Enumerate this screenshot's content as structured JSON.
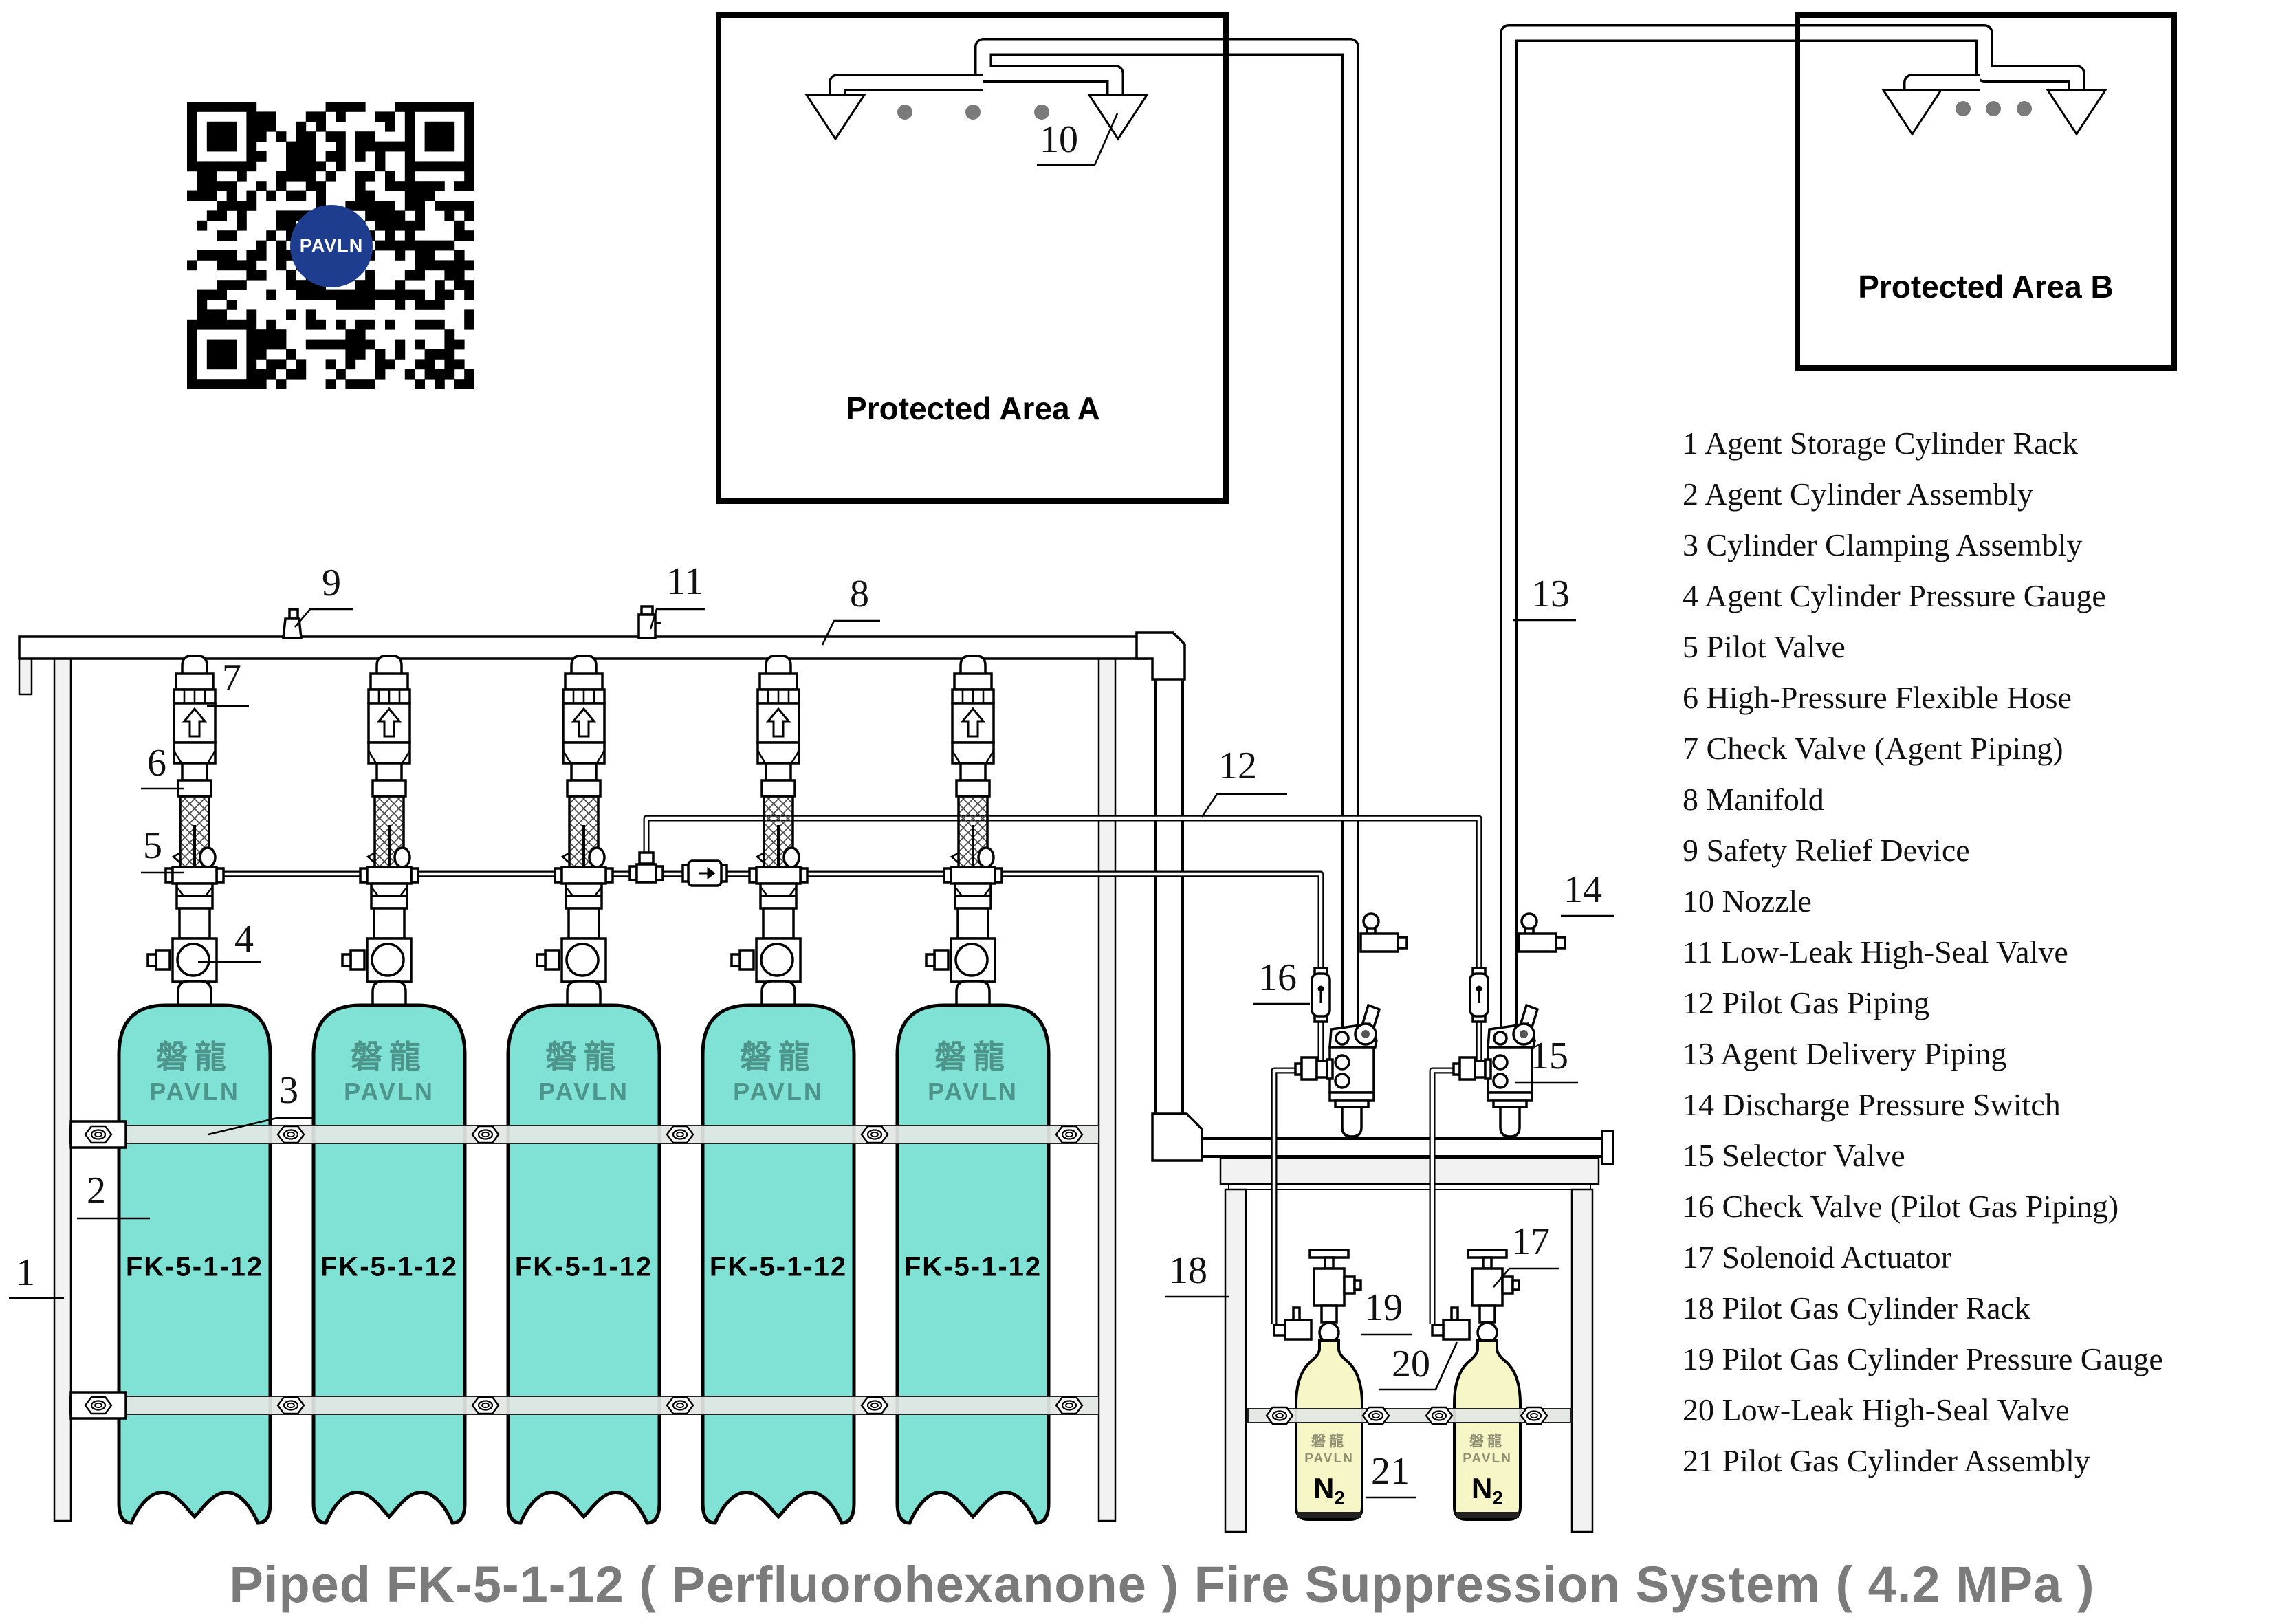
{
  "title": "Piped FK-5-1-12 ( Perfluorohexanone )  Fire Suppression System ( 4.2 MPa )",
  "qr": {
    "logo_text": "PAVLN"
  },
  "protected_areas": {
    "a": "Protected Area A",
    "b": "Protected Area B"
  },
  "cylinders": {
    "count": 5,
    "brand_cjk": "磐龍",
    "brand_latin": "PAVLN",
    "agent_label": "FK-5-1-12"
  },
  "pilot_cylinders": {
    "count": 2,
    "brand_cjk": "磐龍",
    "brand_latin": "PAVLN",
    "gas_label": "N",
    "gas_sub": "2"
  },
  "callouts": [
    "1",
    "2",
    "3",
    "4",
    "5",
    "6",
    "7",
    "8",
    "9",
    "10",
    "11",
    "12",
    "13",
    "14",
    "15",
    "16",
    "17",
    "18",
    "19",
    "20",
    "21"
  ],
  "legend": {
    "items": [
      "1 Agent Storage Cylinder Rack",
      "2 Agent Cylinder Assembly",
      "3 Cylinder Clamping Assembly",
      "4 Agent Cylinder Pressure Gauge",
      "5 Pilot Valve",
      "6 High-Pressure Flexible Hose",
      "7 Check Valve (Agent Piping)",
      "8 Manifold",
      "9 Safety Relief Device",
      "10 Nozzle",
      "11 Low-Leak High-Seal Valve",
      "12 Pilot Gas Piping",
      "13 Agent Delivery Piping",
      "14 Discharge Pressure Switch",
      "15 Selector Valve",
      "16 Check Valve (Pilot Gas Piping)",
      "17 Solenoid Actuator",
      "18 Pilot Gas Cylinder Rack",
      "19 Pilot Gas Cylinder Pressure Gauge",
      "20 Low-Leak High-Seal Valve",
      "21 Pilot Gas Cylinder Assembly"
    ]
  },
  "colors": {
    "cylinder_teal": "#7fe2d4",
    "brand_teal": "#4d948b",
    "pilot_yellow": "#f6f6c6",
    "title_gray": "#7b7b7b",
    "qr_logo_blue": "#1f3d8f",
    "dot_gray": "#7a7a7a"
  }
}
